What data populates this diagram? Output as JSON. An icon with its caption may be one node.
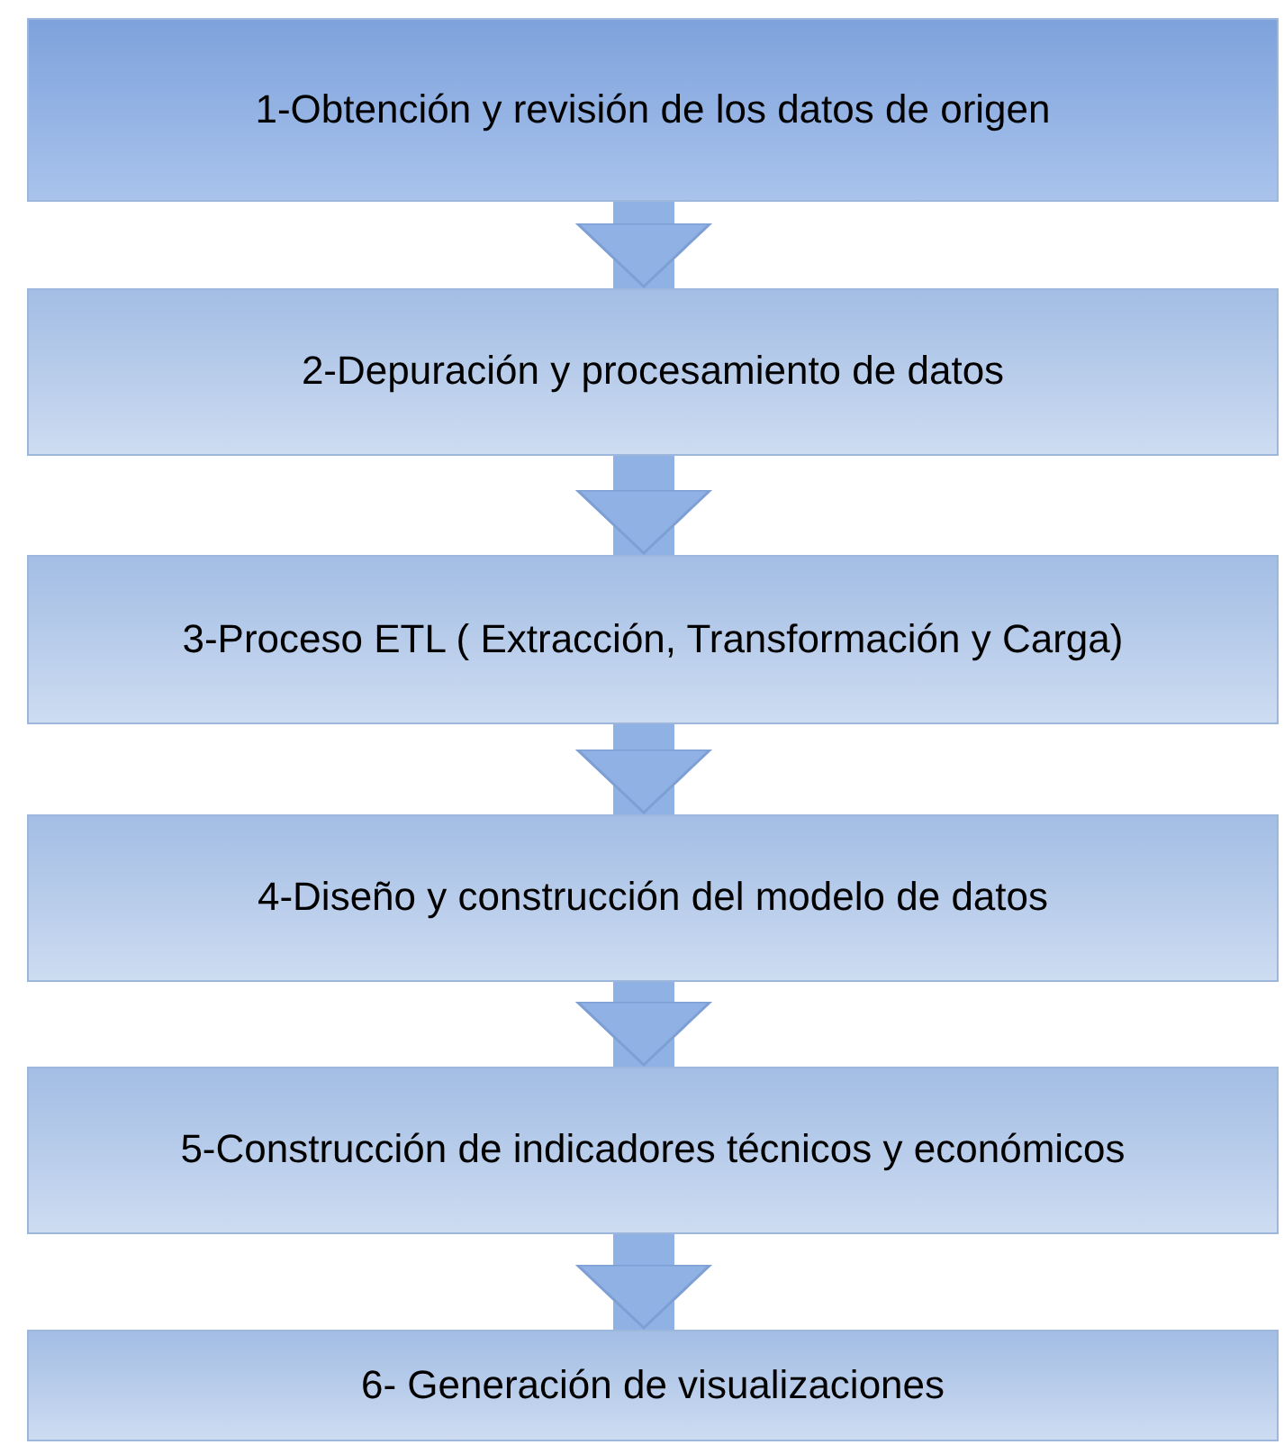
{
  "diagram": {
    "nodes": [
      {
        "text": [
          "1-Obtención y revisión de los datos de origen"
        ]
      },
      {
        "text": [
          "2-Depuración y procesamiento de datos"
        ]
      },
      {
        "text": [
          "3-Proceso ETL ( Extracción, Transformación y Carga)"
        ]
      },
      {
        "text": [
          "4-Diseño y construcción del modelo de datos"
        ]
      },
      {
        "text": [
          "5-Construcción de indicadores técnicos y económicos"
        ]
      },
      {
        "text": [
          "6- Generación de visualizaciones"
        ]
      }
    ],
    "edges": [
      {
        "from": 0,
        "to": 1,
        "arrow": "to"
      },
      {
        "from": 1,
        "to": 2,
        "arrow": "to"
      },
      {
        "from": 2,
        "to": 3,
        "arrow": "to"
      },
      {
        "from": 3,
        "to": 4,
        "arrow": "to"
      },
      {
        "from": 4,
        "to": 5,
        "arrow": "to"
      }
    ]
  }
}
